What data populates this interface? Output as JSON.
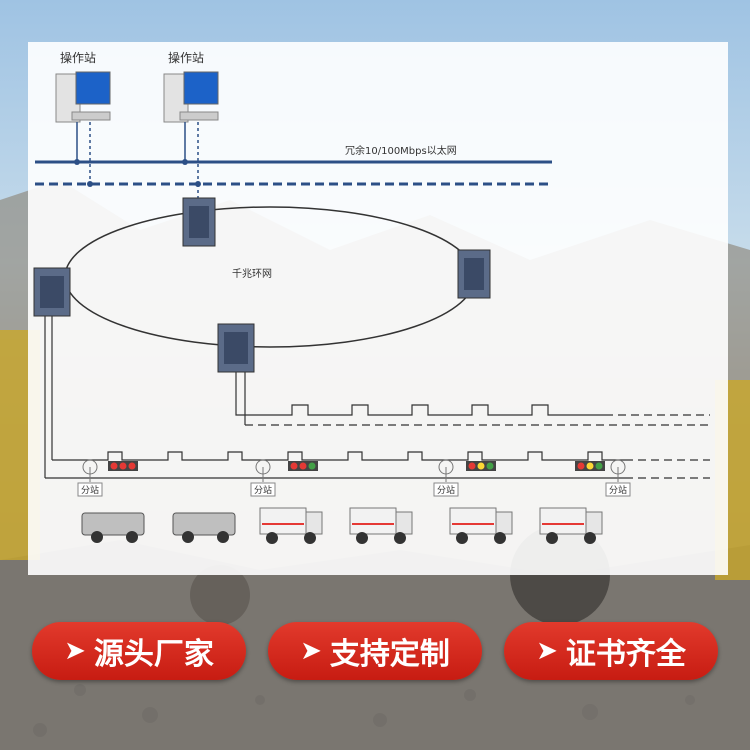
{
  "diagram": {
    "stations": [
      {
        "label": "操作站"
      },
      {
        "label": "操作站"
      }
    ],
    "ethernet_label": "冗余10/100Mbps以太网",
    "ring_label": "千兆环网",
    "substations": [
      {
        "label": "分站"
      },
      {
        "label": "分站"
      },
      {
        "label": "分站"
      },
      {
        "label": "分站"
      }
    ]
  },
  "buttons": [
    {
      "label": "源头厂家"
    },
    {
      "label": "支持定制"
    },
    {
      "label": "证书齐全"
    }
  ],
  "colors": {
    "bus_line": "#2c4f86",
    "button": "#d42a1e",
    "switch": "#5b6b88"
  }
}
